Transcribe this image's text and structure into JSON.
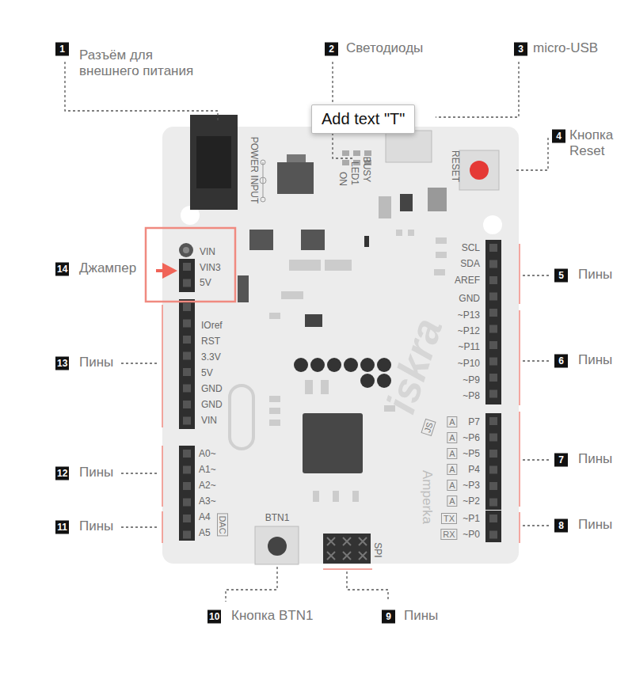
{
  "diagram": {
    "nodes": [
      {
        "text": [
          "Add text \"T\""
        ]
      }
    ],
    "labels": [
      "1",
      "Разъём для внешнего питания",
      "2",
      "Светодиоды",
      "3",
      "micro-USB",
      "4",
      "Кнопка Reset",
      "5",
      "Пины",
      "6",
      "Пины",
      "7",
      "Пины",
      "8",
      "Пины",
      "9",
      "Пины",
      "10",
      "Кнопка BTN1",
      "11",
      "Пины",
      "12",
      "Пины",
      "13",
      "Пины",
      "14",
      "Джампер",
      "POWER INPUT",
      "BUSY",
      "LED1",
      "ON",
      "RESET",
      "VIN",
      "VIN3",
      "5V",
      "IOref",
      "RST",
      "3.3V",
      "5V",
      "GND",
      "GND",
      "VIN",
      "A0~",
      "A1~",
      "A2~",
      "A3~",
      "A4",
      "A5",
      "DAC",
      "BTN1",
      "SPI",
      "SCL",
      "SDA",
      "AREF",
      "GND",
      "~P13",
      "~P12",
      "~P11",
      "~P10",
      "~P9",
      "~P8",
      "A",
      "P7",
      "A",
      "~P6",
      "A",
      "~P5",
      "A",
      "P4",
      "A",
      "~P3",
      "A",
      "~P2",
      "TX",
      "~P1",
      "RX",
      "~P0",
      "iskra",
      "JS",
      "Amperka"
    ]
  }
}
